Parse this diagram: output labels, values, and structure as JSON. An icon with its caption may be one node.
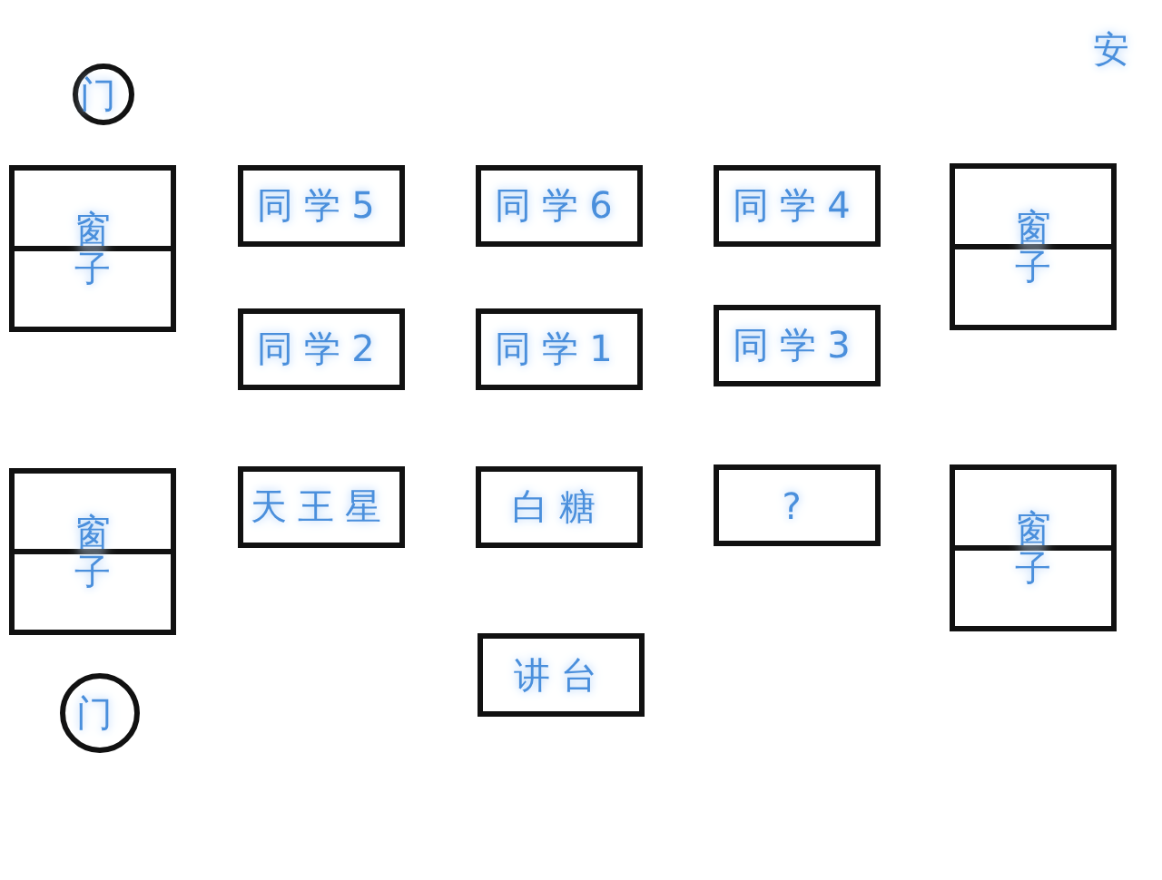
{
  "diagram": {
    "nodes": [
      {
        "text": [
          "门"
        ]
      },
      {
        "text": [
          "窗子"
        ]
      },
      {
        "text": [
          "同学5"
        ]
      },
      {
        "text": [
          "同学6"
        ]
      },
      {
        "text": [
          "同学4"
        ]
      },
      {
        "text": [
          "窗子"
        ]
      },
      {
        "text": [
          "同学2"
        ]
      },
      {
        "text": [
          "同学1"
        ]
      },
      {
        "text": [
          "同学3"
        ]
      },
      {
        "text": [
          "窗子"
        ]
      },
      {
        "text": [
          "天王星"
        ]
      },
      {
        "text": [
          "白糖"
        ]
      },
      {
        "text": [
          "?"
        ]
      },
      {
        "text": [
          "窗子"
        ]
      },
      {
        "text": [
          "门"
        ]
      },
      {
        "text": [
          "讲台"
        ]
      }
    ],
    "labels": [
      "安"
    ]
  }
}
